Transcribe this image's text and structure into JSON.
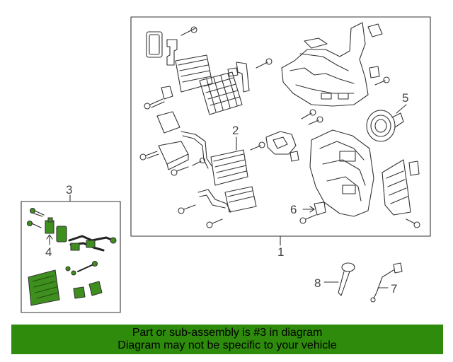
{
  "callouts": {
    "c1": "1",
    "c2": "2",
    "c3": "3",
    "c4": "4",
    "c5": "5",
    "c6": "6",
    "c7": "7",
    "c8": "8"
  },
  "banner": {
    "line1": "Part or sub-assembly is #3 in diagram",
    "line2": "Diagram may not be specific to your vehicle"
  },
  "colors": {
    "highlight_fill": "#3f8f1f",
    "banner_bg": "#2e8b0b",
    "line": "#333333"
  }
}
